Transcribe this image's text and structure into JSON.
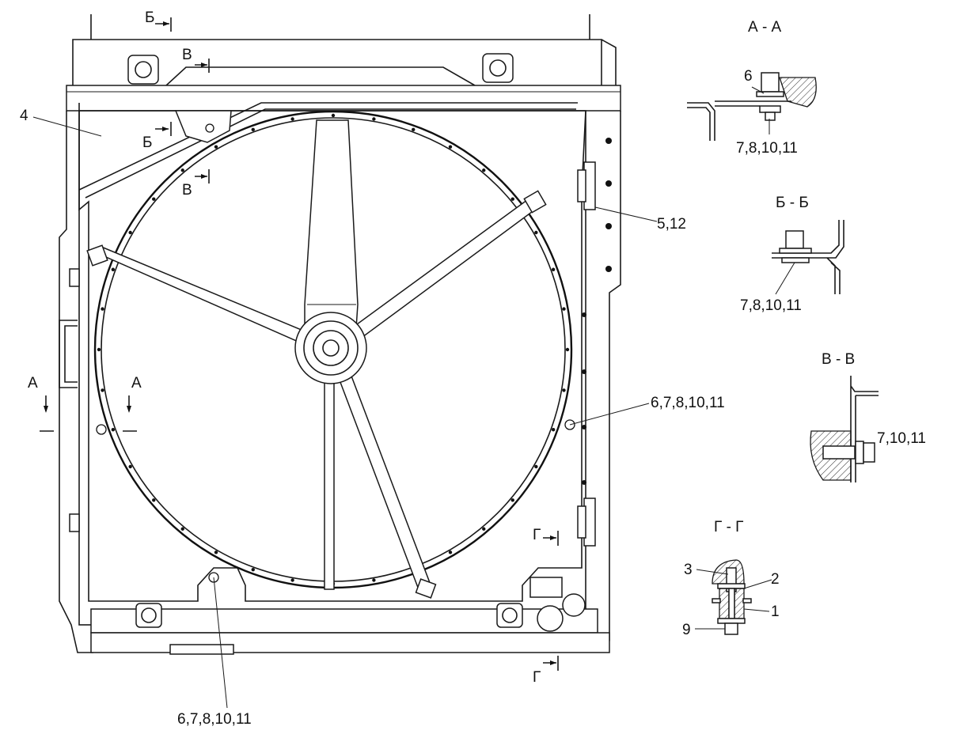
{
  "main_view": {
    "part_label_4": "4",
    "section_b_top": "Б",
    "section_v_top": "В",
    "section_b_mid": "Б",
    "section_v_mid": "В",
    "section_a_left": "А",
    "section_a_right": "А",
    "section_g_top": "Г",
    "section_g_bottom": "Г",
    "callout_5_12": "5,12",
    "callout_right_fastener": "6,7,8,10,11",
    "callout_bottom_fastener": "6,7,8,10,11"
  },
  "details": {
    "aa": {
      "title": "А - А",
      "label_top": "6",
      "label_bottom": "7,8,10,11"
    },
    "bb": {
      "title": "Б - Б",
      "label": "7,8,10,11"
    },
    "vv": {
      "title": "В - В",
      "label": "7,10,11"
    },
    "gg": {
      "title": "Г - Г",
      "label_3": "3",
      "label_2": "2",
      "label_1": "1",
      "label_9": "9"
    }
  }
}
